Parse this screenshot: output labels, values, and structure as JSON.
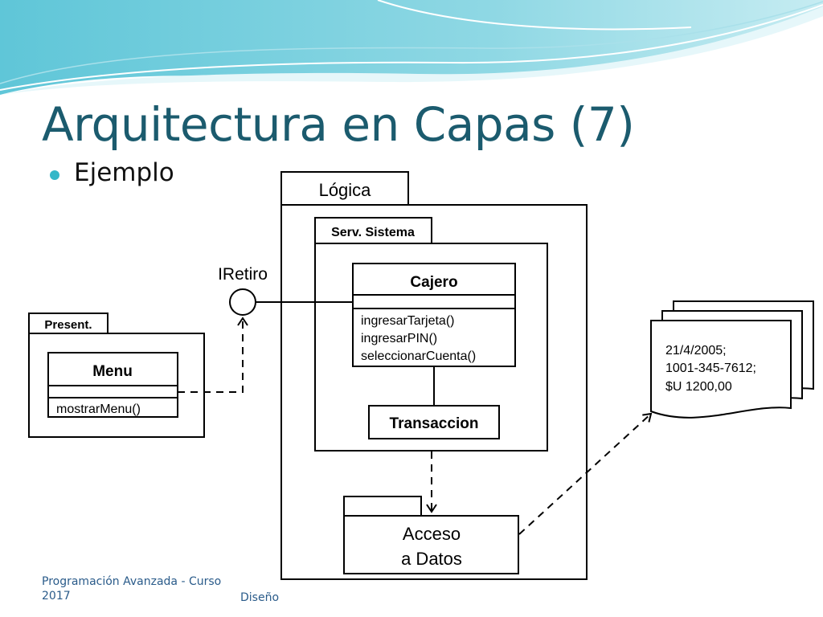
{
  "slide": {
    "title": "Arquitectura en Capas (7)",
    "bullet": "Ejemplo",
    "accent_color": "#35b7c8",
    "title_color": "#1b5b6e"
  },
  "diagram": {
    "logica": {
      "tab": "Lógica"
    },
    "serv_sistema": {
      "tab": "Serv. Sistema"
    },
    "present": {
      "tab": "Present."
    },
    "interface_label": "IRetiro",
    "cajero": {
      "name": "Cajero",
      "methods": [
        "ingresarTarjeta()",
        "ingresarPIN()",
        "seleccionarCuenta()"
      ]
    },
    "transaccion": {
      "name": "Transaccion"
    },
    "menu": {
      "name": "Menu",
      "methods": [
        "mostrarMenu()"
      ]
    },
    "acceso": {
      "line1": "Acceso",
      "line2": "a Datos"
    },
    "document": {
      "lines": [
        "21/4/2005;",
        "1001-345-7612;",
        "$U 1200,00"
      ]
    }
  },
  "footer": {
    "course": "Programación Avanzada - Curso 2017",
    "section": "Diseño"
  }
}
